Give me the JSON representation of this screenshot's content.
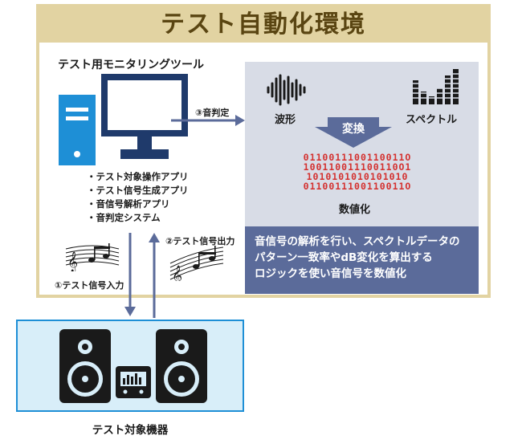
{
  "title": "テスト自動化環境",
  "tool": {
    "title": "テスト用モニタリングツール",
    "apps": [
      "・テスト対象操作アプリ",
      "・テスト信号生成アプリ",
      "・音信号解析アプリ",
      "・音判定システム"
    ]
  },
  "arrows": {
    "judge": "③音判定",
    "input": "①テスト信号入力",
    "output": "②テスト信号出力"
  },
  "panel": {
    "waveform": "波形",
    "spectrum": "スペクトル",
    "convert": "変換",
    "binary_rows": [
      "0110011100110011O",
      "100110011100110O1",
      "1010101010101010",
      "0110011100110011O"
    ],
    "digitize": "数値化",
    "description": [
      "音信号の解析を行い、スペクトルデータの",
      "パターン一致率やdB変化を算出する",
      "ロジックを使い音信号を数値化"
    ]
  },
  "device": {
    "label": "テスト対象機器"
  },
  "colors": {
    "frame": "#e2d3a2",
    "title_text": "#5a4512",
    "pc_blue": "#1e8fd6",
    "monitor": "#1f3a6b",
    "panel_bg": "#d8dce6",
    "panel_text_bg": "#5b6b9a",
    "binary": "#d4312f",
    "arrow": "#5b6b9a"
  }
}
